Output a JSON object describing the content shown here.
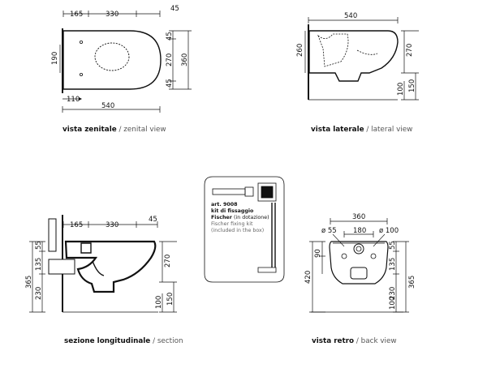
{
  "views": {
    "top": {
      "caption_bold": "vista zenitale",
      "caption_light": " / zenital view",
      "dims": {
        "d165": "165",
        "d330": "330",
        "d45": "45",
        "d190": "190",
        "d270": "270",
        "d360": "360",
        "d45b": "45",
        "d110": "110",
        "d540": "540"
      }
    },
    "side": {
      "caption_bold": "vista laterale",
      "caption_light": " / lateral view",
      "dims": {
        "d540": "540",
        "d260": "260",
        "d270": "270",
        "d100": "100",
        "d150": "150"
      }
    },
    "section": {
      "caption_bold": "sezione longitudinale",
      "caption_light": " / section",
      "dims": {
        "d165": "165",
        "d330": "330",
        "d45": "45",
        "d55": "55",
        "d135": "135",
        "d365": "365",
        "d230": "230",
        "d270": "270",
        "d100": "100",
        "d150": "150"
      }
    },
    "back": {
      "caption_bold": "vista retro",
      "caption_light": " / back view",
      "dims": {
        "d360": "360",
        "d55": "ø 55",
        "d180": "180",
        "d100": "ø 100",
        "d420": "420",
        "d90": "90",
        "d55r": "55",
        "d135": "135",
        "d365": "365",
        "d230": "230",
        "d100b": "100"
      }
    }
  },
  "kit": {
    "line1": "art. 9008",
    "line2": "kit di fissaggio",
    "line3a": "Fischer ",
    "line3b": "(in dotazione)",
    "line4": "Fischer fixing kit",
    "line5": "(included in the box)"
  },
  "colors": {
    "ink": "#111111",
    "fill": "#ffffff"
  }
}
